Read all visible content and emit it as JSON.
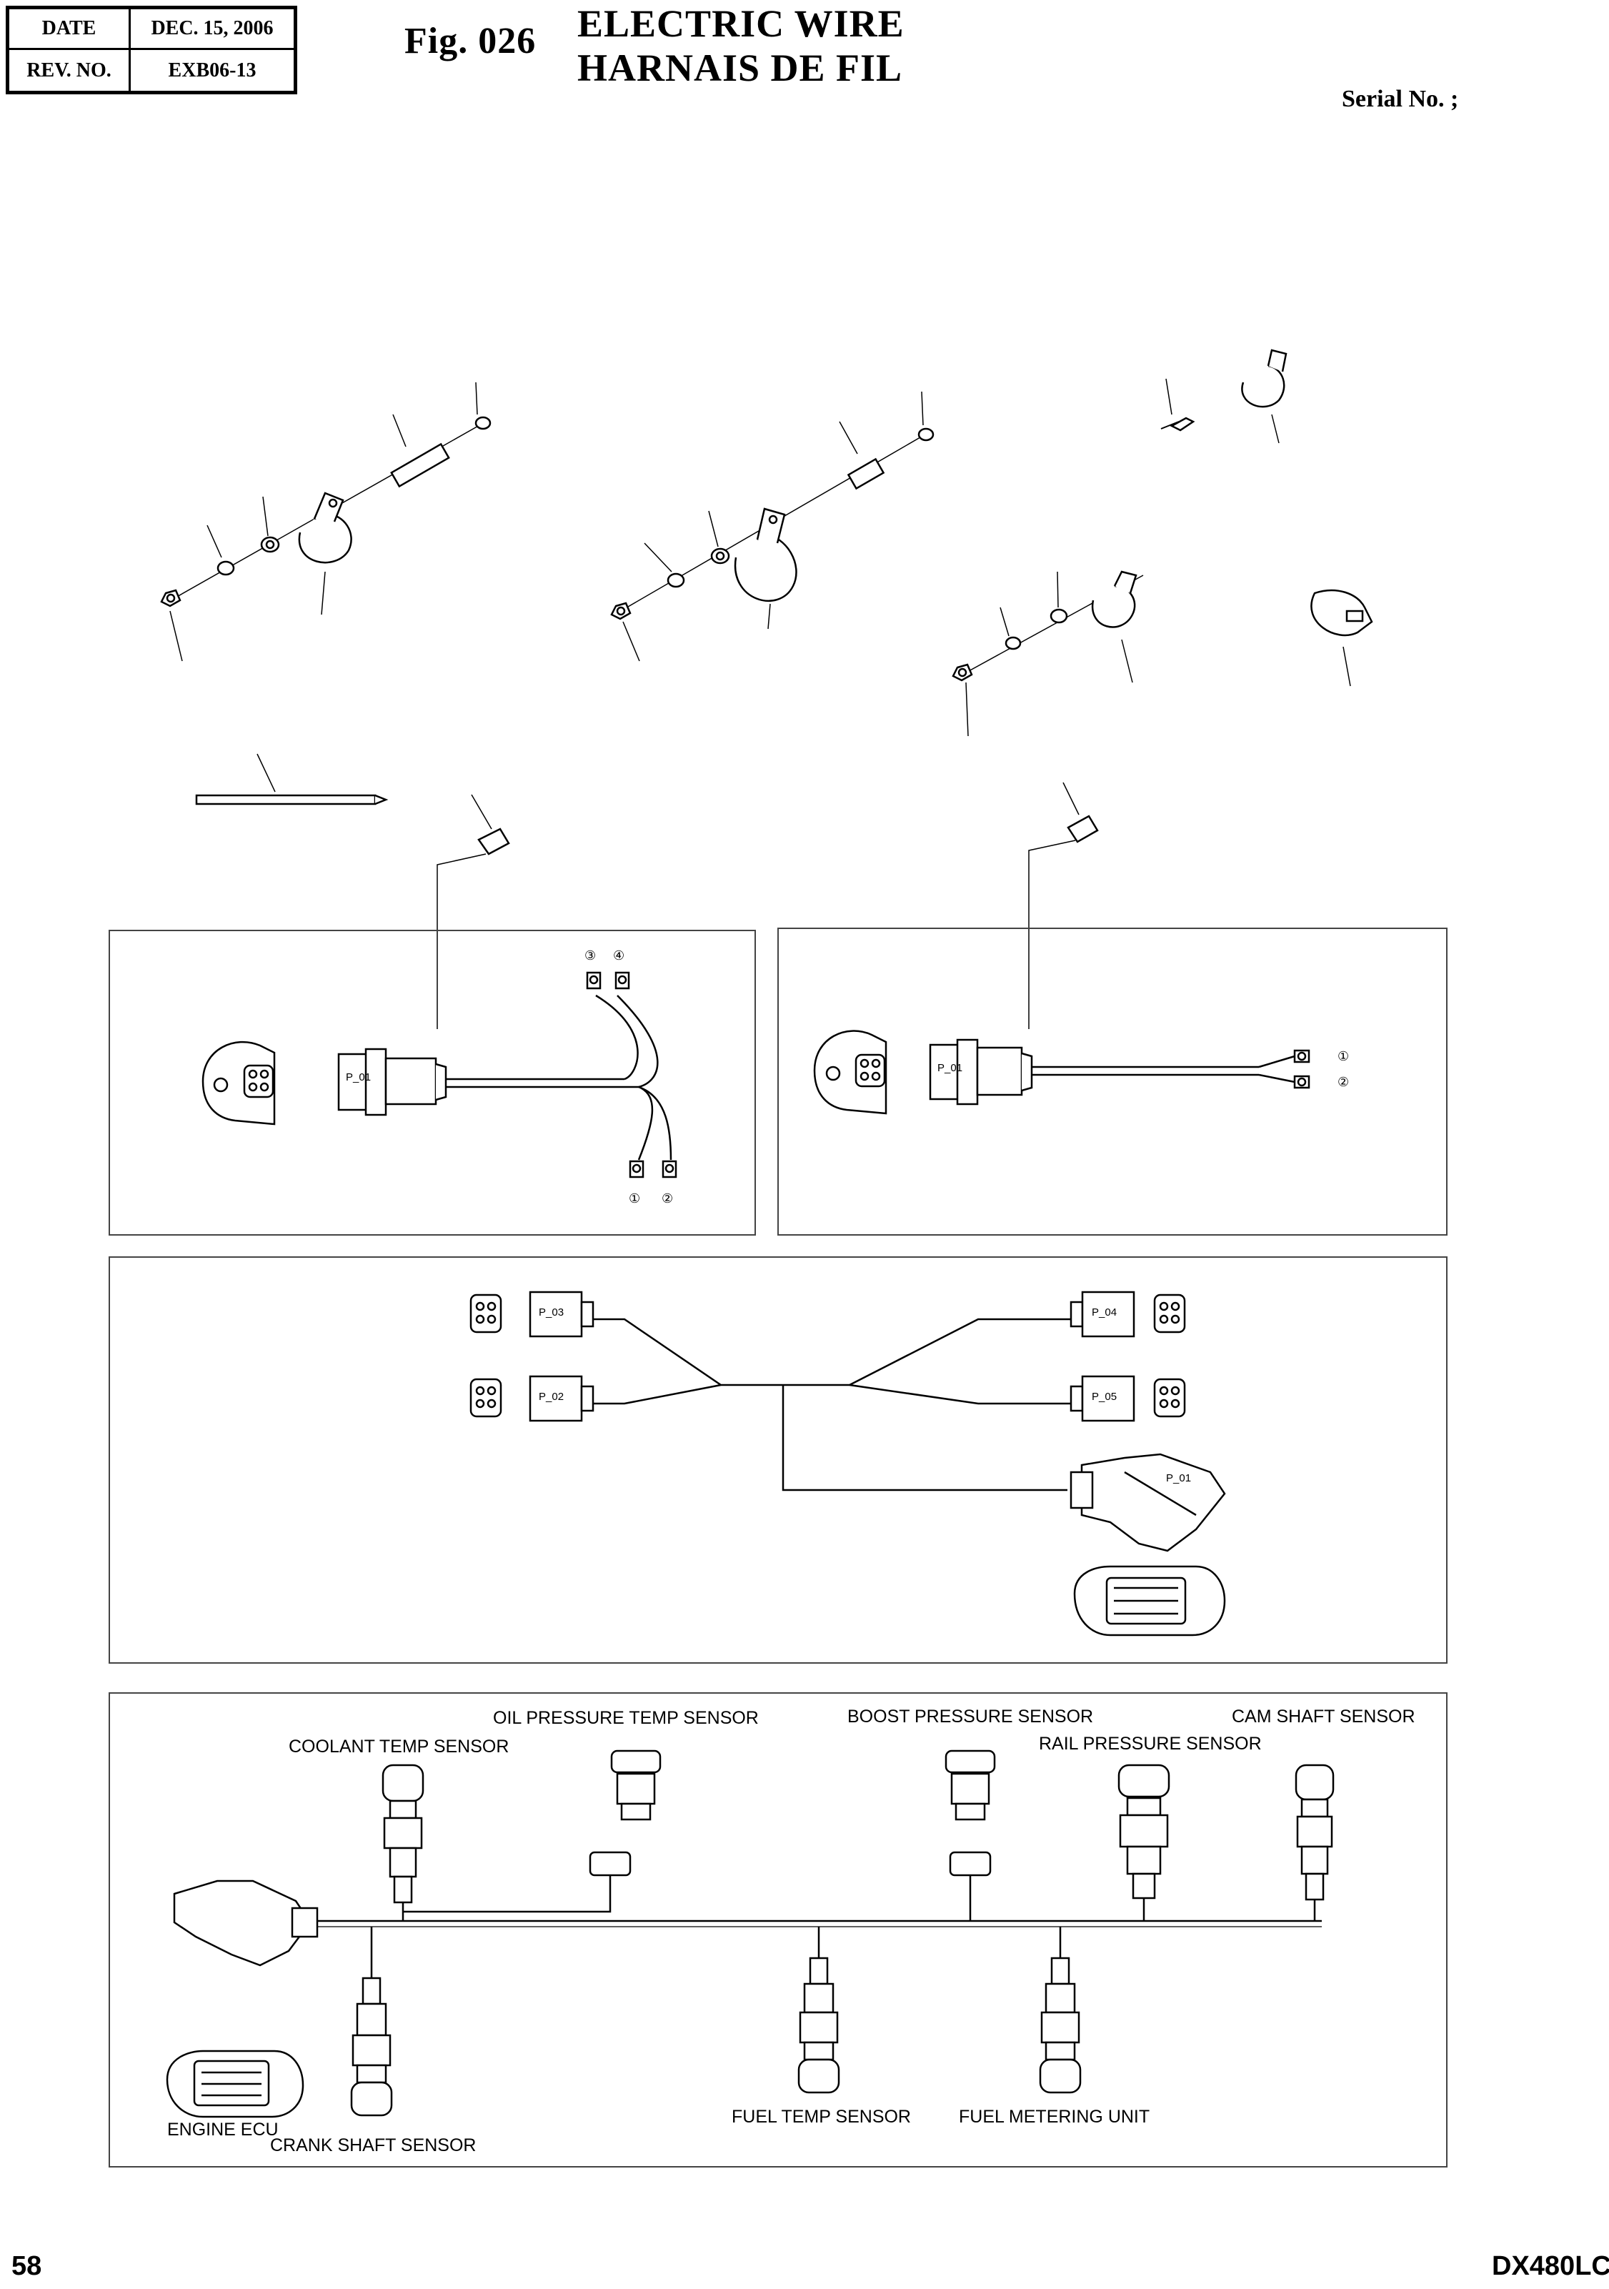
{
  "header": {
    "date_label": "DATE",
    "date_value": "DEC. 15, 2006",
    "rev_label": "REV. NO.",
    "rev_value": "EXB06-13"
  },
  "figure": {
    "number": "Fig. 026",
    "title_en": "ELECTRIC WIRE",
    "title_fr": "HARNAIS DE FIL",
    "serial": "Serial No. ;"
  },
  "harness_panel_1": {
    "connector_tag": "P_01",
    "terminals_top": [
      "③",
      "④"
    ],
    "terminals_bottom": [
      "①",
      "②"
    ]
  },
  "harness_panel_2": {
    "connector_tag": "P_01",
    "terminals": [
      "①",
      "②"
    ]
  },
  "harness_panel_3": {
    "connector_tags": [
      "P_03",
      "P_02",
      "P_04",
      "P_05",
      "P_01"
    ]
  },
  "sensor_labels": {
    "oil_pressure_temp": "OIL PRESSURE TEMP SENSOR",
    "coolant_temp": "COOLANT TEMP SENSOR",
    "boost_pressure": "BOOST PRESSURE SENSOR",
    "rail_pressure": "RAIL PRESSURE SENSOR",
    "cam_shaft": "CAM SHAFT SENSOR",
    "engine_ecu": "ENGINE ECU",
    "crank_shaft": "CRANK SHAFT SENSOR",
    "fuel_temp": "FUEL TEMP SENSOR",
    "fuel_metering": "FUEL METERING UNIT"
  },
  "footer": {
    "page_number": "58",
    "model": "DX480LC"
  }
}
